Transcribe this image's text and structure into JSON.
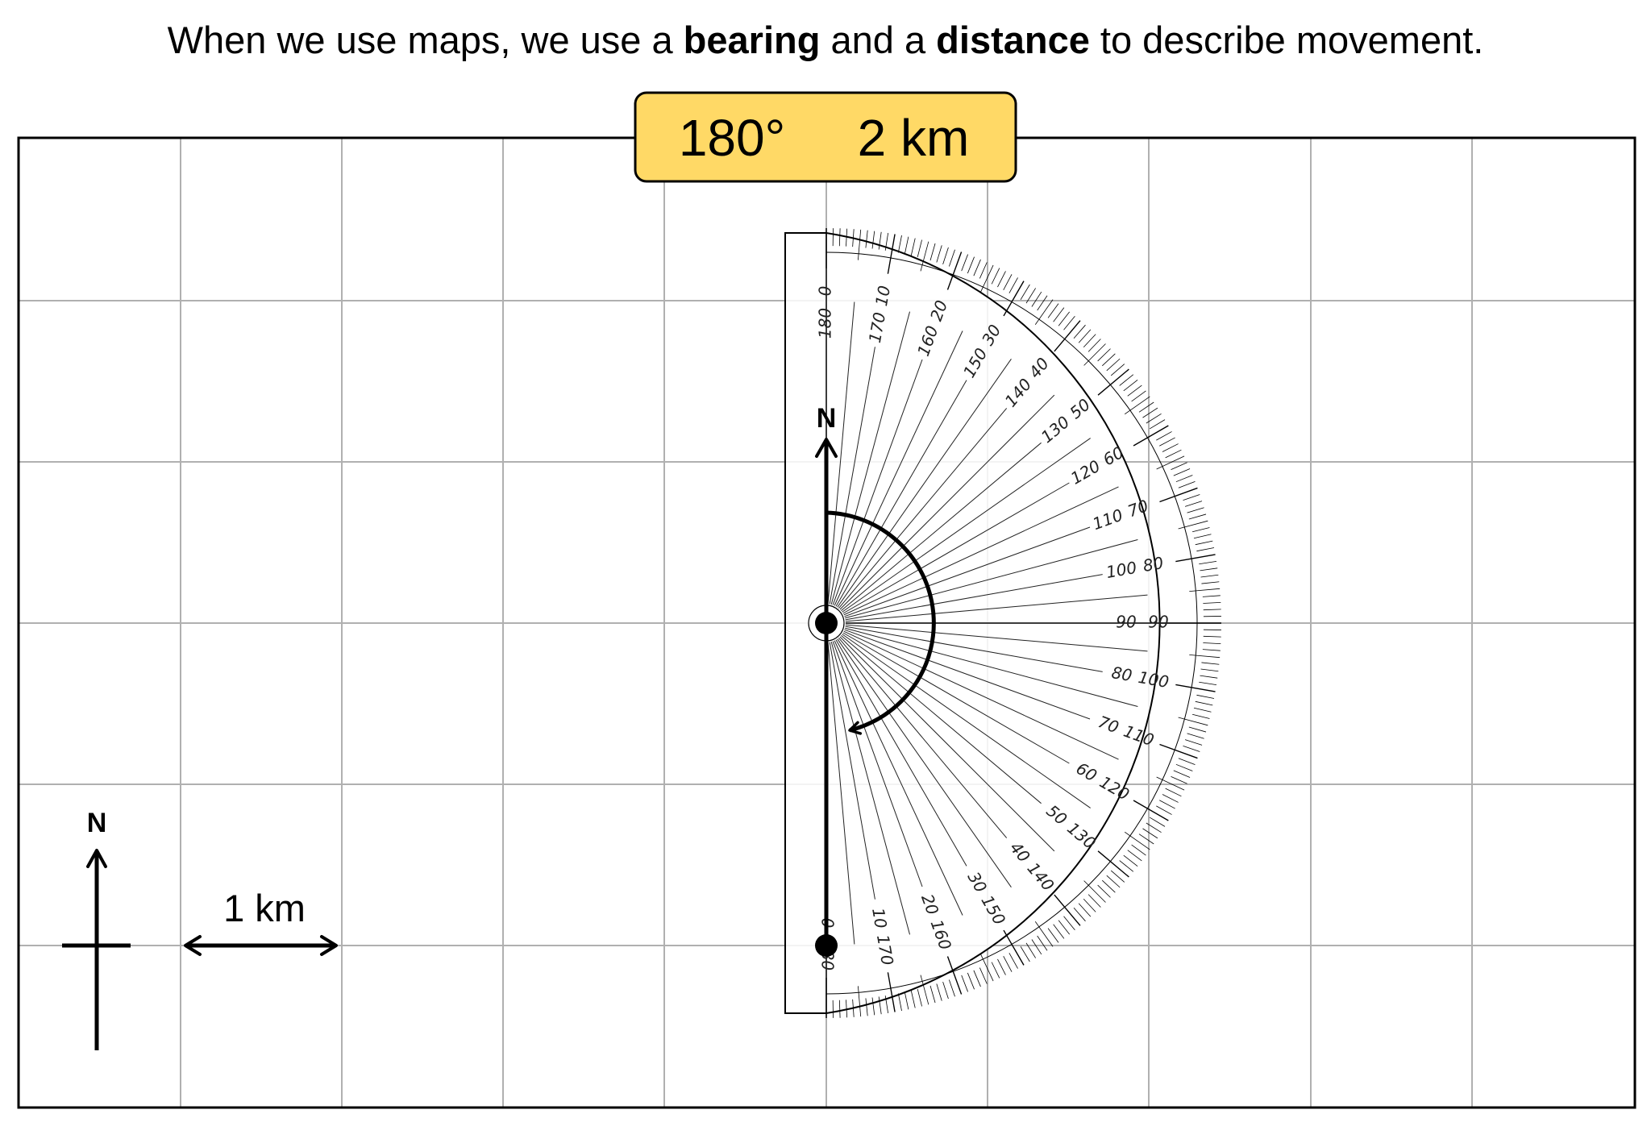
{
  "heading": {
    "prefix": "When we use maps, we use a ",
    "bold1": "bearing",
    "middle": " and a ",
    "bold2": "distance",
    "suffix": " to describe movement."
  },
  "badge": {
    "bearing": "180°",
    "distance": "2 km",
    "color": "#FFD966"
  },
  "north_label": "N",
  "scale_label": "1 km",
  "protractor": {
    "outer_labels": [
      "0",
      "10",
      "20",
      "30",
      "40",
      "50",
      "60",
      "70",
      "80",
      "90",
      "100",
      "110",
      "120",
      "130",
      "140",
      "150",
      "160",
      "170",
      "180"
    ],
    "inner_labels": [
      "180",
      "170",
      "160",
      "150",
      "140",
      "130",
      "120",
      "110",
      "100",
      "90",
      "80",
      "70",
      "60",
      "50",
      "40",
      "30",
      "20",
      "10",
      "0"
    ]
  },
  "colors": {
    "grid": "#B0B0B0",
    "frame": "#000000",
    "ink": "#000000"
  }
}
